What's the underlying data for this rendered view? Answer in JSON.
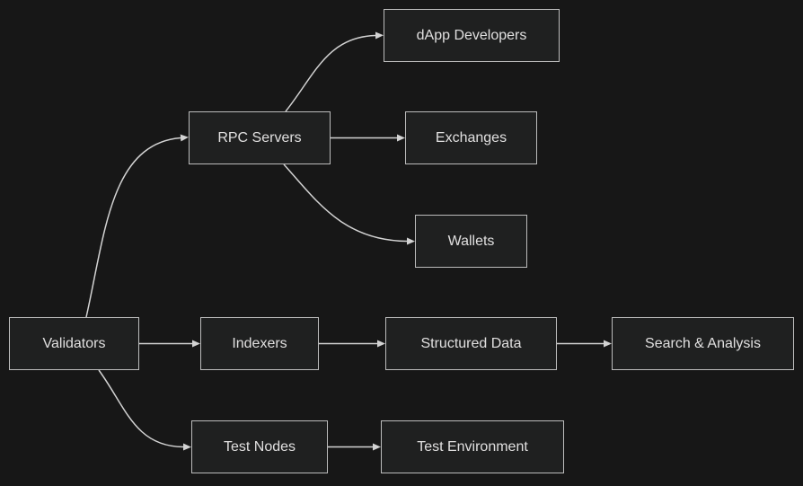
{
  "diagram": {
    "type": "flowchart",
    "direction": "left-to-right",
    "colors": {
      "background": "#171717",
      "node_fill": "#1f2020",
      "node_border": "#bcbcbc",
      "edge_line": "#d3d3d3",
      "text": "#e0dfdf"
    },
    "nodes": {
      "validators": {
        "label": "Validators"
      },
      "rpc_servers": {
        "label": "RPC Servers"
      },
      "dapp_developers": {
        "label": "dApp Developers"
      },
      "exchanges": {
        "label": "Exchanges"
      },
      "wallets": {
        "label": "Wallets"
      },
      "indexers": {
        "label": "Indexers"
      },
      "structured_data": {
        "label": "Structured Data"
      },
      "search_analysis": {
        "label": "Search & Analysis"
      },
      "test_nodes": {
        "label": "Test Nodes"
      },
      "test_environment": {
        "label": "Test Environment"
      }
    },
    "edges": [
      {
        "from": "Validators",
        "to": "RPC Servers"
      },
      {
        "from": "Validators",
        "to": "Indexers"
      },
      {
        "from": "Validators",
        "to": "Test Nodes"
      },
      {
        "from": "RPC Servers",
        "to": "dApp Developers"
      },
      {
        "from": "RPC Servers",
        "to": "Exchanges"
      },
      {
        "from": "RPC Servers",
        "to": "Wallets"
      },
      {
        "from": "Indexers",
        "to": "Structured Data"
      },
      {
        "from": "Structured Data",
        "to": "Search & Analysis"
      },
      {
        "from": "Test Nodes",
        "to": "Test Environment"
      }
    ]
  }
}
